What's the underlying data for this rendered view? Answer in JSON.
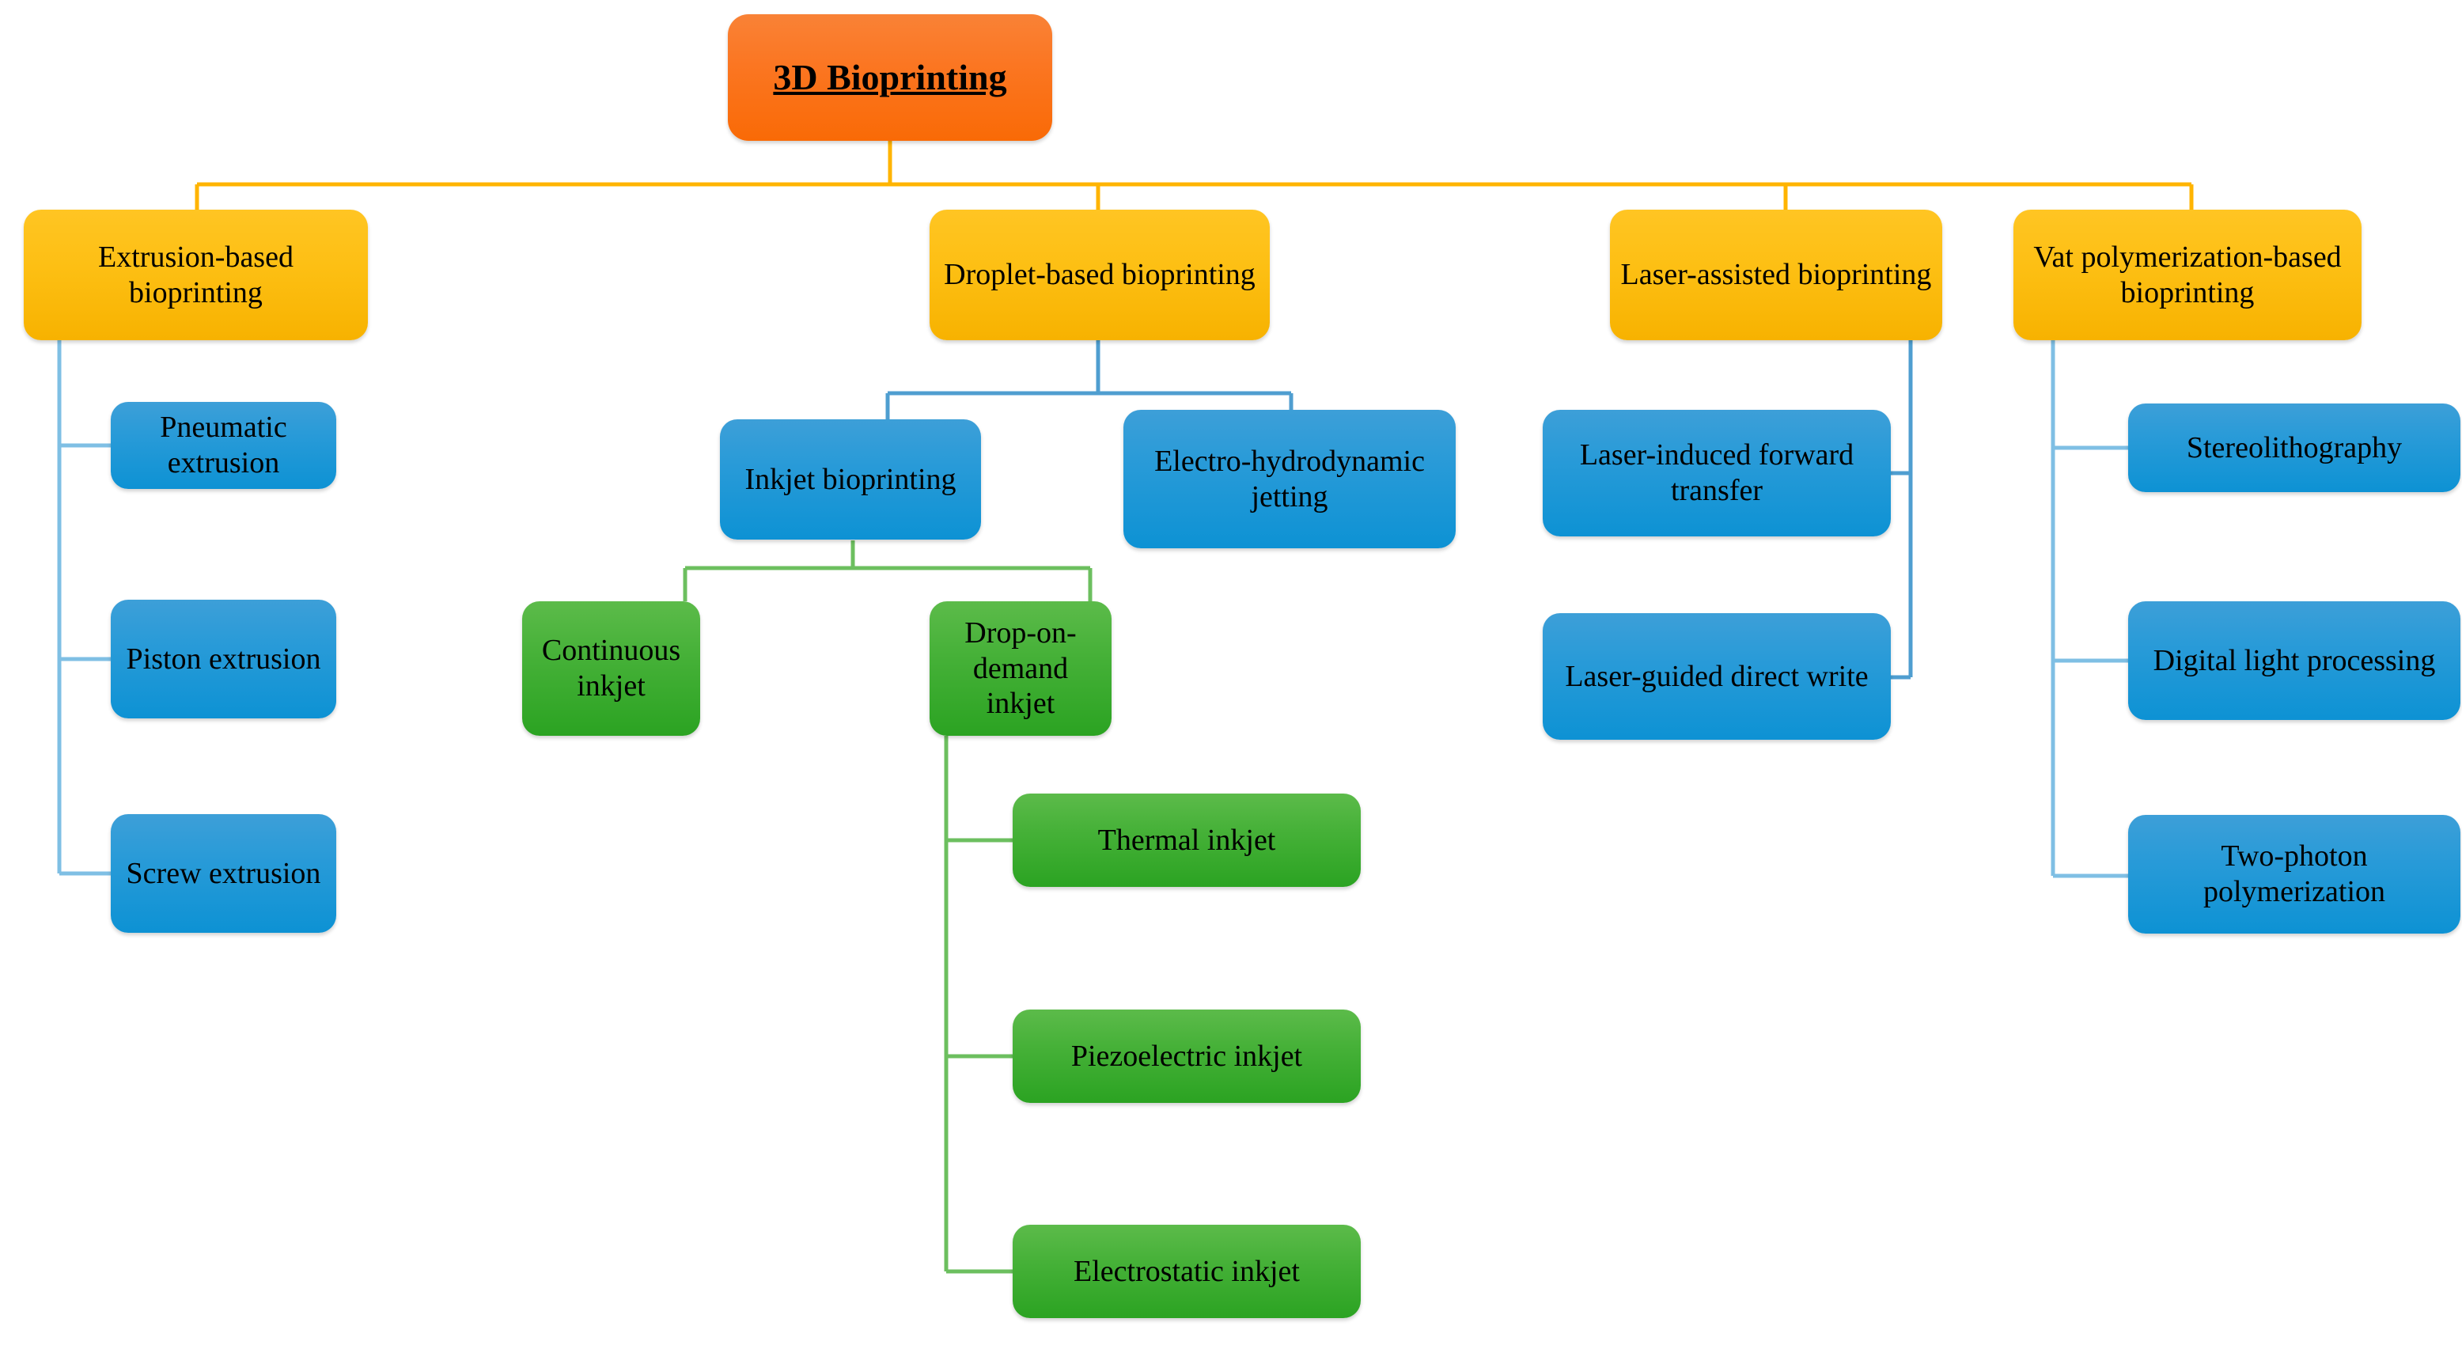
{
  "diagram": {
    "title": "3D Bioprinting",
    "type": "hierarchy-tree",
    "colors": {
      "root": "#f96a06",
      "level1": "#fdbf13",
      "blue": "#0d92d4",
      "green": "#2ba322",
      "connector_orange": "#ffb400",
      "connector_blue": "#7fbfe4",
      "connector_green": "#6cbf5f",
      "text": "#000000",
      "background": "#ffffff"
    }
  },
  "root": {
    "label": "3D Bioprinting"
  },
  "level1": [
    {
      "id": "extrusion",
      "label": "Extrusion-based bioprinting"
    },
    {
      "id": "droplet",
      "label": "Droplet-based bioprinting"
    },
    {
      "id": "laser",
      "label": "Laser-assisted bioprinting"
    },
    {
      "id": "vat",
      "label": "Vat polymerization-based bioprinting"
    }
  ],
  "extrusion_children": [
    {
      "id": "pneumatic",
      "label": "Pneumatic extrusion"
    },
    {
      "id": "piston",
      "label": "Piston extrusion"
    },
    {
      "id": "screw",
      "label": "Screw extrusion"
    }
  ],
  "droplet_children": [
    {
      "id": "inkjet",
      "label": "Inkjet bioprinting"
    },
    {
      "id": "ehd",
      "label": "Electro-hydrodynamic jetting"
    }
  ],
  "inkjet_children": [
    {
      "id": "continuous",
      "label": "Continuous inkjet"
    },
    {
      "id": "dod",
      "label": "Drop-on-demand inkjet"
    }
  ],
  "dod_children": [
    {
      "id": "thermal",
      "label": "Thermal inkjet"
    },
    {
      "id": "piezoelectric",
      "label": "Piezoelectric inkjet"
    },
    {
      "id": "electrostatic",
      "label": "Electrostatic  inkjet"
    }
  ],
  "laser_children": [
    {
      "id": "lift",
      "label": "Laser-induced forward transfer"
    },
    {
      "id": "lgdw",
      "label": "Laser-guided direct write"
    }
  ],
  "vat_children": [
    {
      "id": "sla",
      "label": "Stereolithography"
    },
    {
      "id": "dlp",
      "label": "Digital light processing"
    },
    {
      "id": "tpp",
      "label": "Two-photon polymerization"
    }
  ]
}
